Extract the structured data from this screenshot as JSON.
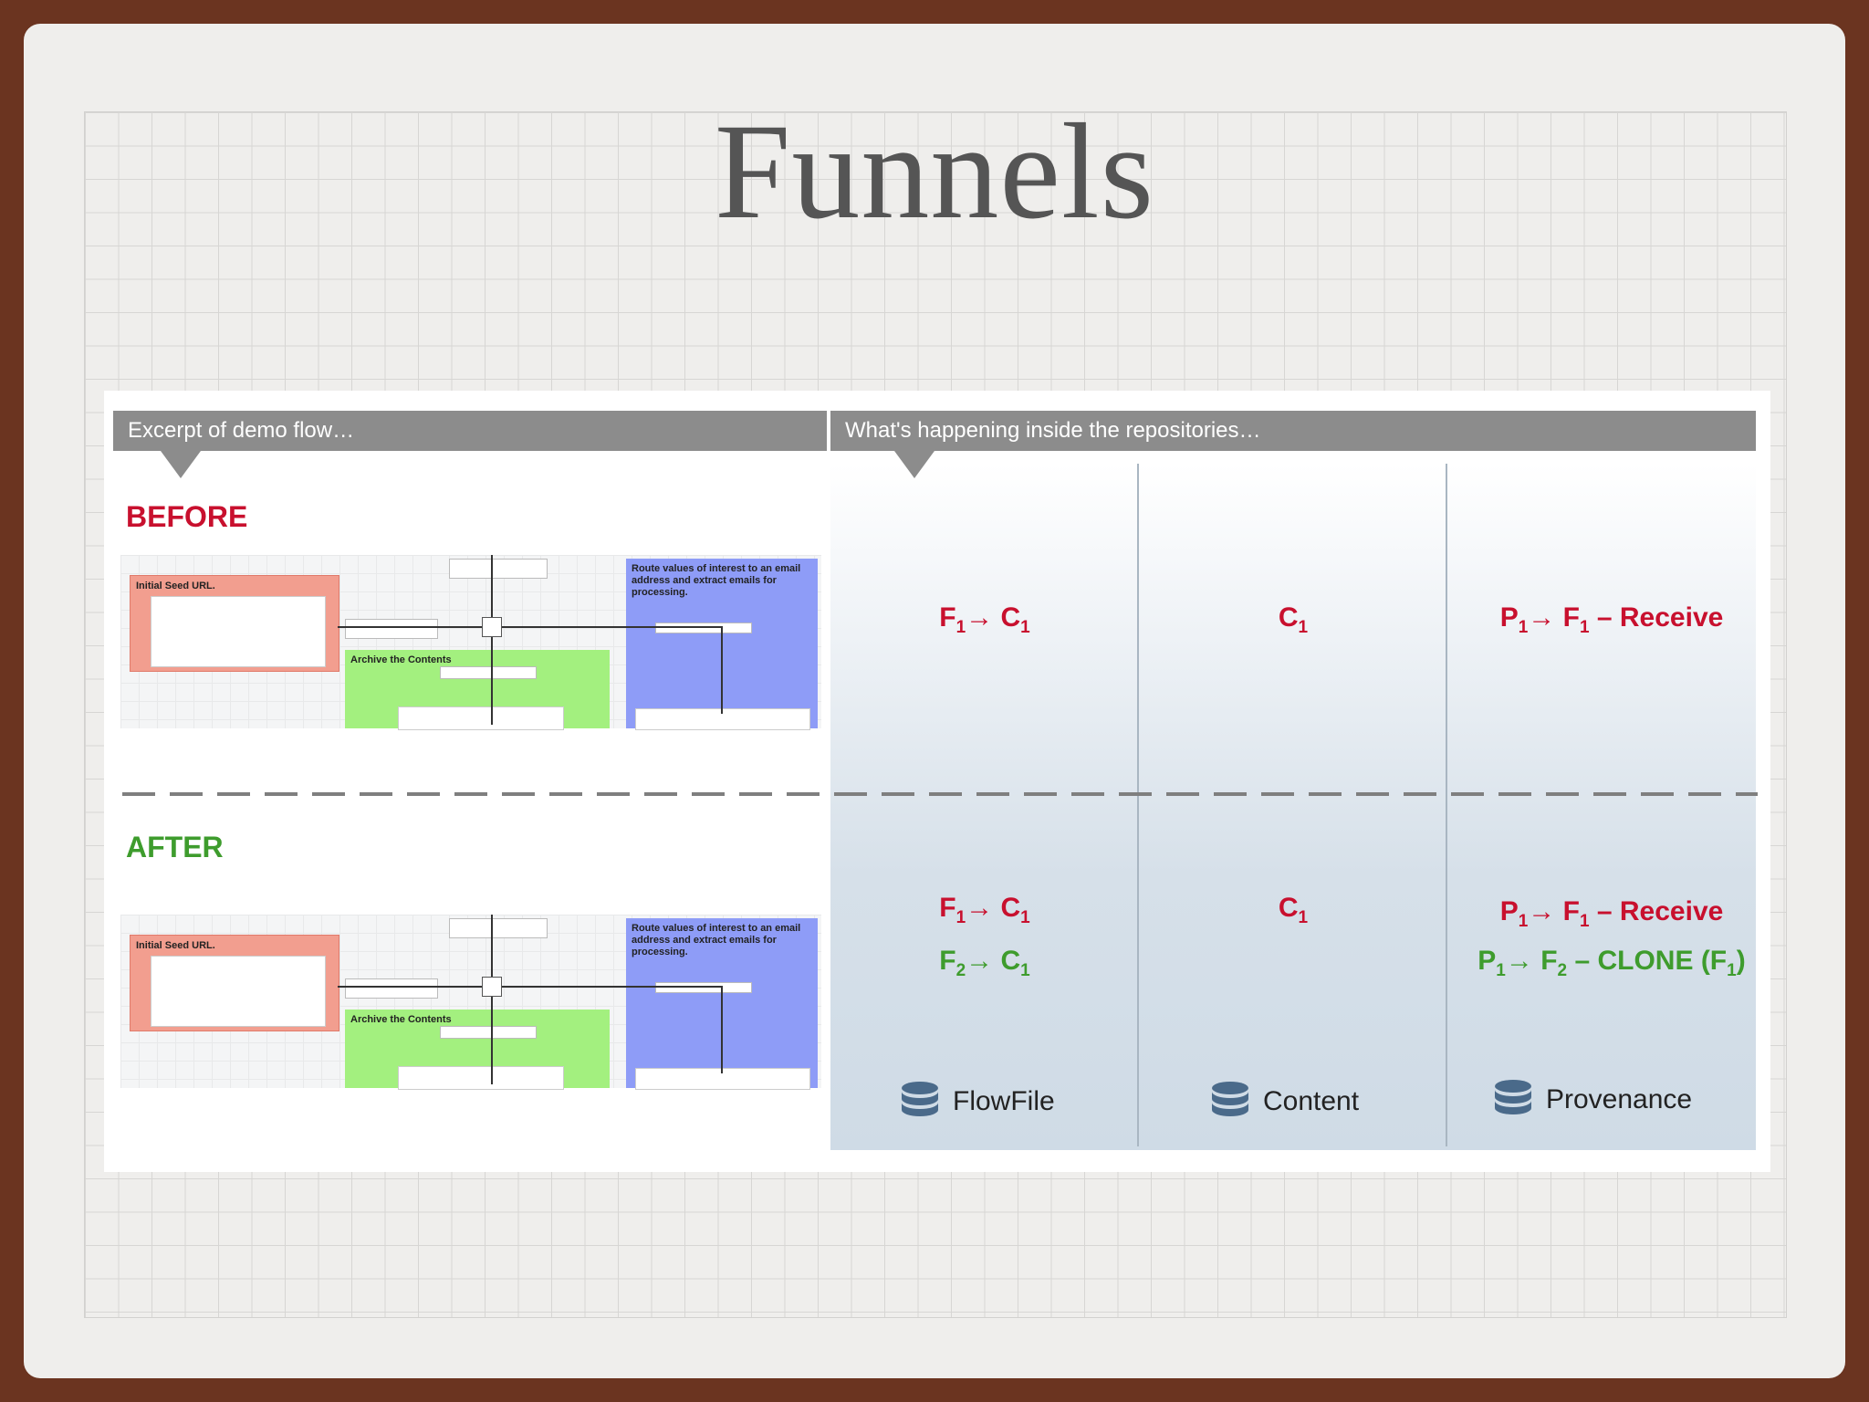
{
  "title": "Funnels",
  "left_header": "Excerpt of demo flow…",
  "right_header": "What's happening inside the repositories…",
  "before_label": "BEFORE",
  "after_label": "AFTER",
  "flow": {
    "pg_initial": "Initial Seed URL.",
    "pg_archive": "Archive the Contents",
    "pg_route": "Route values of interest to an email address and extract emails for processing."
  },
  "before": {
    "flowfile": [
      "F",
      "1",
      "→ C",
      "1"
    ],
    "content": [
      "C",
      "1"
    ],
    "provenance": [
      "P",
      "1",
      "→ F",
      "1",
      " – Receive"
    ]
  },
  "after": {
    "flowfile_1": [
      "F",
      "1",
      "→ C",
      "1"
    ],
    "flowfile_2": [
      "F",
      "2",
      "→ C",
      "1"
    ],
    "content": [
      "C",
      "1"
    ],
    "provenance_1": [
      "P",
      "1",
      "→ F",
      "1",
      " – Receive"
    ],
    "provenance_2": [
      "P",
      "1",
      "→ F",
      "2",
      " – CLONE (F",
      "1",
      ")"
    ]
  },
  "repositories": [
    "FlowFile",
    "Content",
    "Provenance"
  ],
  "colors": {
    "red": "#c8102e",
    "green": "#3e9c2d",
    "header": "#8c8c8c"
  },
  "icons": [
    "database-icon"
  ]
}
